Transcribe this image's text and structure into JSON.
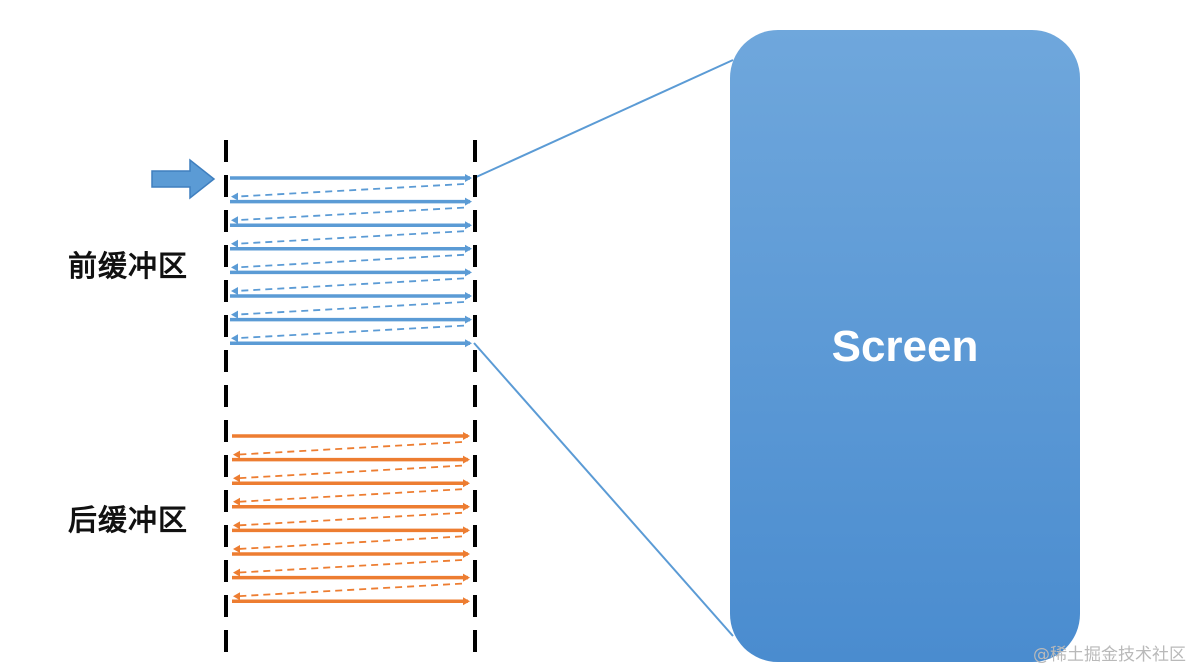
{
  "front_buffer": {
    "label": "前缓冲区",
    "line_color": "#5b9bd5",
    "scan_lines": 8
  },
  "back_buffer": {
    "label": "后缓冲区",
    "line_color": "#ed7d31",
    "scan_lines": 8
  },
  "screen": {
    "label": "Screen",
    "fill_top": "#6fa7dc",
    "fill_bottom": "#4a8ccf"
  },
  "pointer": {
    "icon": "right-arrow-icon",
    "color": "#5b9bd5"
  },
  "watermark": "@稀土掘金技术社区"
}
